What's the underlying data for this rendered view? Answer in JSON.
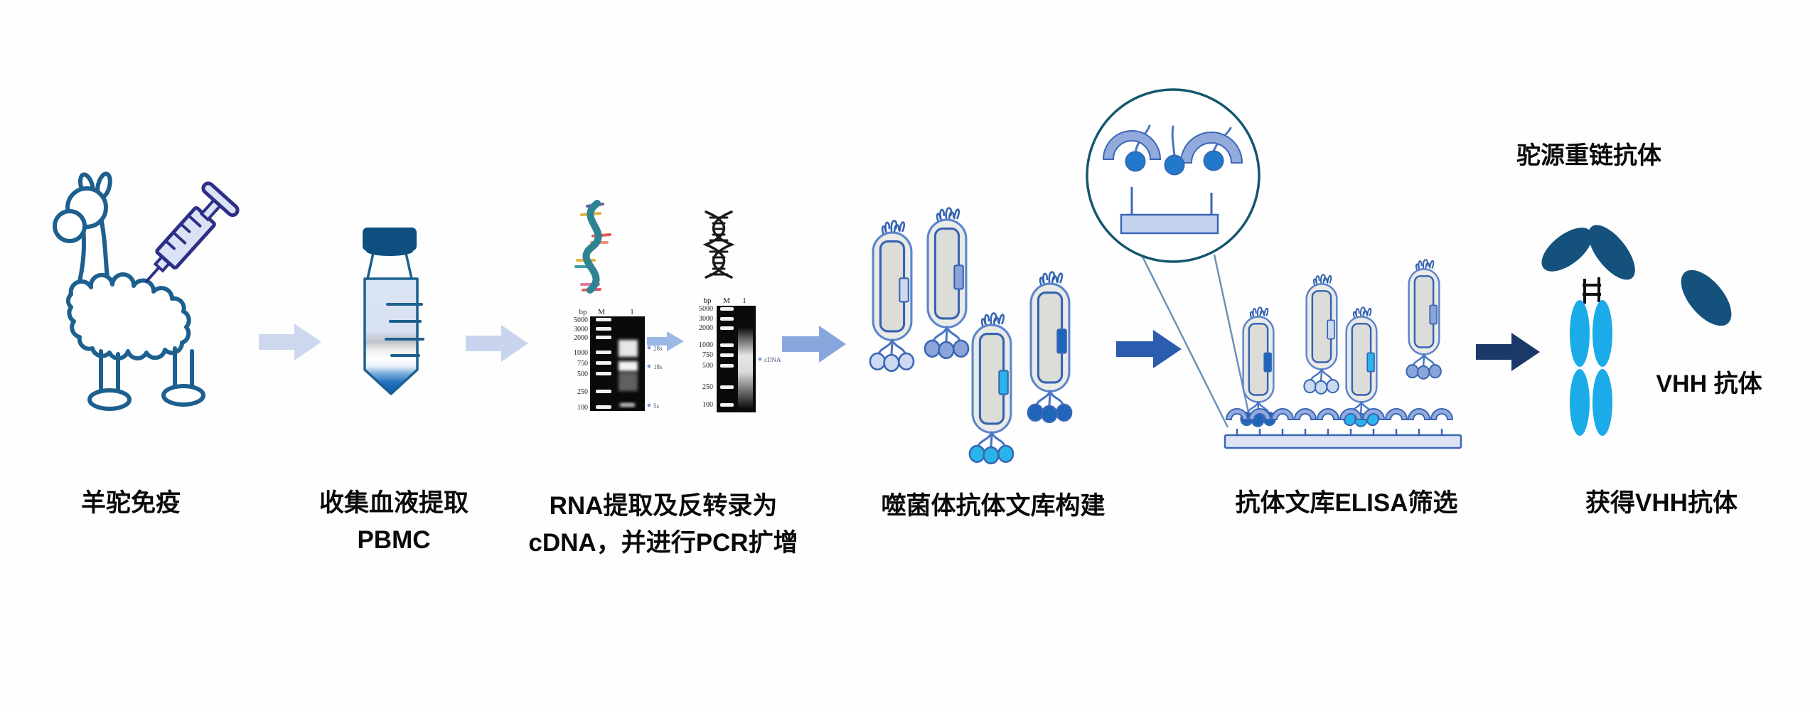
{
  "diagram": {
    "topic": "VHH antibody discovery workflow",
    "steps": [
      {
        "id": "immunization",
        "label": "羊驼免疫",
        "icon": "alpaca-with-syringe-icon"
      },
      {
        "id": "pbmc",
        "line1": "收集血液提取",
        "line2": "PBMC",
        "icon": "centrifuge-tube-icon"
      },
      {
        "id": "rna-pcr",
        "line1": "RNA提取及反转录为",
        "line2": "cDNA，并进行PCR扩增",
        "icon": "gel-electrophoresis-icon"
      },
      {
        "id": "phage-library",
        "label": "噬菌体抗体文库构建",
        "icon": "phage-particles-icon"
      },
      {
        "id": "elisa",
        "label": "抗体文库ELISA筛选",
        "icon": "elisa-plate-magnifier-icon"
      },
      {
        "id": "vhh",
        "label": "获得VHH抗体",
        "icon": "heavy-chain-antibody-icon"
      }
    ],
    "annotations": {
      "heavy_chain_antibody": "驼源重链抗体",
      "vhh_antibody": "VHH 抗体"
    }
  },
  "gel1": {
    "header": {
      "bp": "bp",
      "marker_lane": "M",
      "sample_lane": "1"
    },
    "ladder": [
      "5000",
      "3000",
      "2000",
      "1000",
      "750",
      "500",
      "250",
      "100"
    ],
    "bands": [
      "28s",
      "18s",
      "5s"
    ]
  },
  "gel2": {
    "header": {
      "bp": "bp",
      "marker_lane": "M",
      "sample_lane": "1"
    },
    "ladder": [
      "5000",
      "3000",
      "2000",
      "1000",
      "750",
      "500",
      "250",
      "100"
    ],
    "band_label": "cDNA"
  },
  "colors": {
    "arrow_1": "#cdd8ef",
    "arrow_2": "#c9d5ee",
    "arrow_3": "#9db7e6",
    "arrow_4": "#88a7dd",
    "arrow_5": "#2b5cad",
    "arrow_6": "#1b3968",
    "alpaca_outline": "#1d6090",
    "syringe_outline": "#2d2f86",
    "tube_cap": "#0e4f80",
    "phage_outline": "#3664b2",
    "ball_lavender": "#ccd9f1",
    "ball_periwinkle": "#8ba5d9",
    "ball_cyan": "#29b5ea",
    "ball_blue": "#1f65b9",
    "magnifier_ring": "#15566f",
    "antibody_dark": "#14527d",
    "antibody_cyan": "#1aabe8"
  }
}
